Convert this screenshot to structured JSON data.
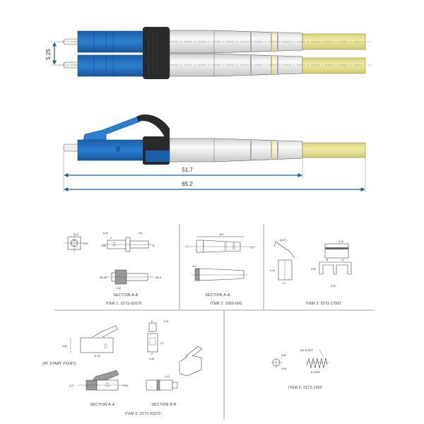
{
  "colors": {
    "blue": "#1f6fc0",
    "black_clip": "#2a2a2a",
    "boot": "#e9e9e9",
    "cable": "#e6e39a",
    "dimension": "#1a5ea8"
  },
  "top_drawing": {
    "pitch_dim": "5.25",
    "length_boot_dim": "51.7",
    "length_total_dim": "65.2"
  },
  "items": [
    {
      "id": "item1",
      "section": "SECTION A-A",
      "title": "ITEM 1: 0271-02070",
      "dims": [
        "4.12",
        "4.55",
        "6.44",
        "5.8",
        "3.56",
        "A",
        "A",
        "Ø2.88",
        "Ø1.8",
        "4.32"
      ]
    },
    {
      "id": "item2",
      "section": "SECTION A-A",
      "title": "ITEM 2: 1050-000",
      "dims": [
        "18.3",
        "4.2",
        "2.7",
        "4.8"
      ]
    },
    {
      "id": "item3",
      "title": "ITEM 3: 0271-17001",
      "dims": [
        "(6.87)",
        "6.16",
        "5.7",
        "6.25",
        "4.50",
        "6.20",
        "B",
        "A"
      ]
    },
    {
      "id": "item6",
      "note": "(AT START POINT)",
      "section_a": "SECTION A-A",
      "section_b": "SECTION B-B",
      "title": "ITEM 6: 0271-01070",
      "dims": [
        "5.80",
        "11.00",
        "4.35",
        "3.7",
        "4.55",
        "3.27",
        "3.58",
        "4.43",
        "A",
        "A"
      ]
    },
    {
      "id": "item5",
      "title": "ITEM 5: 0272-1000",
      "dims": [
        "0.80",
        "0.05",
        "Ø0.40 REF",
        "6.6 REF"
      ]
    }
  ]
}
